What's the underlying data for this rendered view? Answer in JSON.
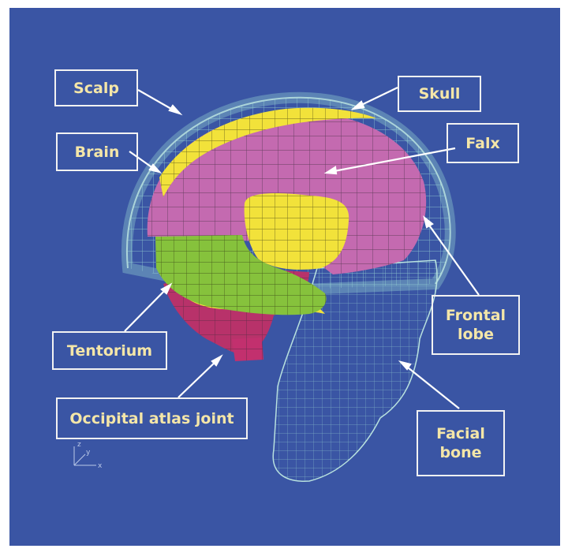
{
  "labels": {
    "scalp": "Scalp",
    "skull": "Skull",
    "brain": "Brain",
    "falx": "Falx",
    "frontal_lobe": "Frontal\nlobe",
    "tentorium": "Tentorium",
    "occipital_atlas_joint": "Occipital atlas joint",
    "facial_bone": "Facial\nbone"
  },
  "axes_triad": {
    "z": "z",
    "y": "y",
    "x": "x"
  },
  "colors": {
    "background": "#3a55a4",
    "label_text": "#f4e6a8",
    "label_border": "#f2f2f2",
    "falx": "#c46ab0",
    "yellow_region": "#f2e23a",
    "tentorium": "#86c23c",
    "brainstem": "#b8326a",
    "mesh": "#9fdcd6"
  }
}
